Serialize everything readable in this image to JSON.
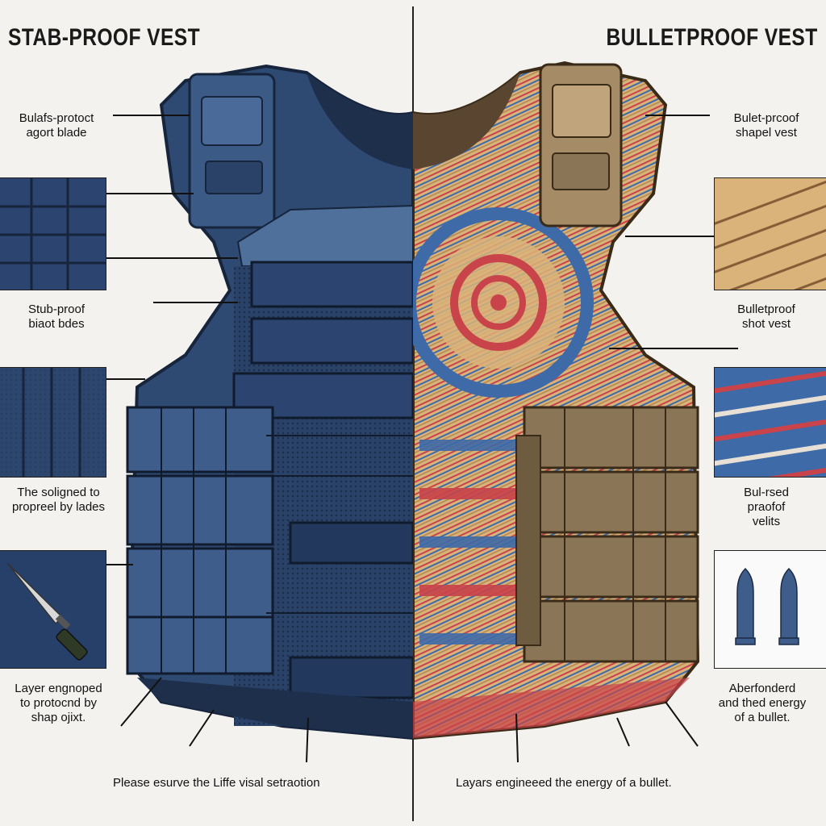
{
  "titles": {
    "left": "STAB-PROOF VEST",
    "right": "BULLETPROOF VEST"
  },
  "left_labels": [
    "Bulafs-protoct\nagort blade",
    "Stub-proof\nbiaot bdes",
    "The soligned to\npropreel by lades",
    "Layer engnoped\nto protocnd by\nshap ojixt."
  ],
  "right_labels": [
    "Bulet-prcoof\nshapel vest",
    "Bulletproof\nshot vest",
    "Bul-rsed\npraofof\nvelits",
    "Aberfonderd\nand thed energy\nof a bullet."
  ],
  "footer": {
    "left": "Please esurve the Liffe visal setraotion",
    "right": "Layars engineeed the energy of a bullet."
  },
  "icons": {
    "left_swatch_4": "knife-icon",
    "right_swatch_4": "bullet-icon"
  },
  "colors": {
    "stab_vest": "#2f4a72",
    "stab_vest_dark": "#1e2f4c",
    "ballistic_vest": "#8a7556",
    "ballistic_dark": "#5a4630",
    "fiber_red": "#c9434a",
    "fiber_blue": "#3e6aa8",
    "fiber_tan": "#d9b37a"
  }
}
